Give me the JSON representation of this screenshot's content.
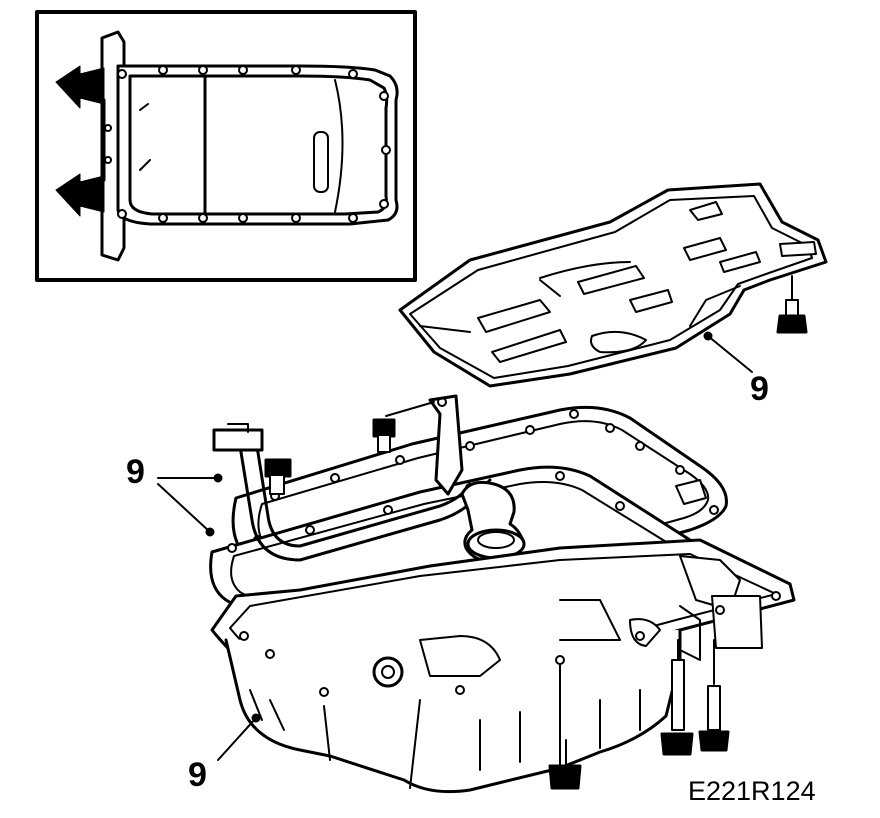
{
  "figure": {
    "callouts": {
      "windage_tray": "9",
      "gaskets": "9",
      "oil_pan": "9"
    },
    "figure_code": "E221R124"
  },
  "colors": {
    "ink": "#000000",
    "paper": "#ffffff",
    "shade": "#d9d9d9"
  },
  "icons": {
    "arrow": "pointer-arrow-icon"
  }
}
